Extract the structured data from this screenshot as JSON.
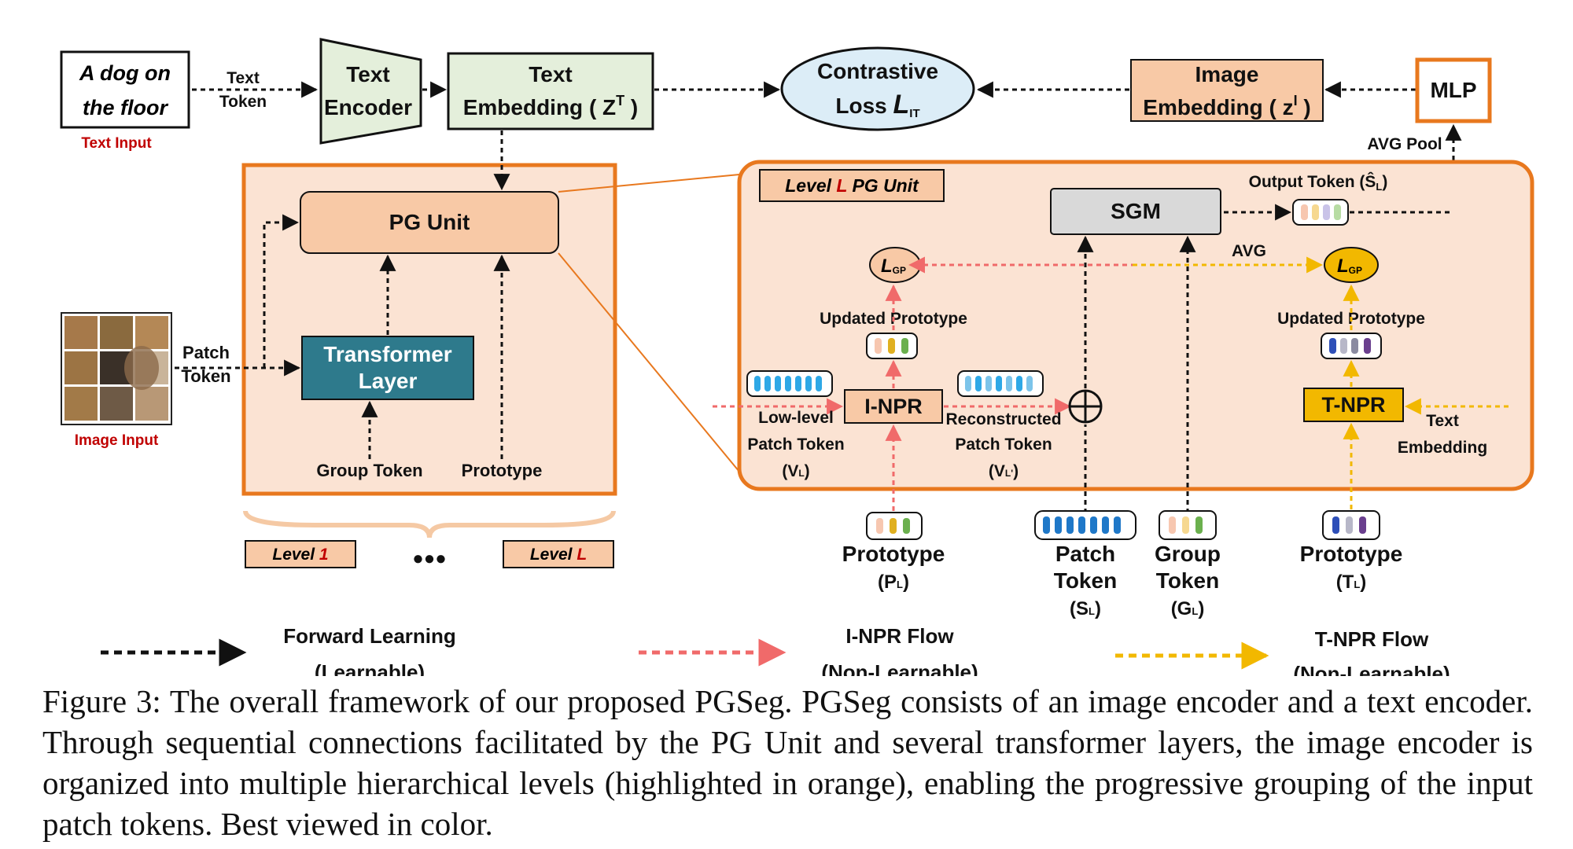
{
  "text_input": {
    "line1": "A dog on",
    "line2": "the floor",
    "caption": "Text Input"
  },
  "text_token": {
    "line1": "Text",
    "line2": "Token"
  },
  "text_encoder": {
    "line1": "Text",
    "line2": "Encoder"
  },
  "text_embedding": {
    "line1": "Text",
    "line2": "Embedding ( Z",
    "sup": "T",
    "close": " )"
  },
  "contrastive": {
    "line1": "Contrastive",
    "line2": "Loss ",
    "L": "L",
    "sub": "IT"
  },
  "image_embedding": {
    "line1": "Image",
    "line2": "Embedding ( z",
    "sup": "I",
    "close": " )"
  },
  "mlp": "MLP",
  "avg_pool": "AVG Pool",
  "pg_unit": "PG Unit",
  "transformer_layer": {
    "line1": "Transformer",
    "line2": "Layer"
  },
  "group_token": "Group Token",
  "prototype_label": "Prototype",
  "patch_token": {
    "line1": "Patch",
    "line2": "Token"
  },
  "image_input_caption": "Image Input",
  "levels": {
    "prefix": "Level ",
    "first": "1",
    "last": "L",
    "dots": "●●●"
  },
  "detail": {
    "title_prefix": "Level ",
    "title_L": "L",
    "title_suffix": " PG Unit",
    "sgm": "SGM",
    "output_token": "Output Token (Ŝ",
    "output_token_sub": "L",
    "output_token_close": ")",
    "avg": "AVG",
    "lgp": "L",
    "lgp_sub": "GP",
    "updated_prototype": "Updated Prototype",
    "inpr": "I-NPR",
    "tnpr": "T-NPR",
    "low_level": {
      "line1": "Low-level",
      "line2": "Patch Token",
      "line3": "(V",
      "sub": "L",
      "close": ")"
    },
    "reconstructed": {
      "line1": "Reconstructed",
      "line2": "Patch Token",
      "line3": "(V",
      "sub": "L",
      "prime": "'",
      "close": ")"
    },
    "text_embedding": {
      "line1": "Text",
      "line2": "Embedding"
    }
  },
  "bottom_tokens": {
    "prototype_p": {
      "line1": "Prototype",
      "line2": "(P",
      "sub": "L",
      "close": ")"
    },
    "patch_s": {
      "line1": "Patch",
      "line2": "Token",
      "line3": "(S",
      "sub": "L",
      "close": ")"
    },
    "group_g": {
      "line1": "Group",
      "line2": "Token",
      "line3": "(G",
      "sub": "L",
      "close": ")"
    },
    "prototype_t": {
      "line1": "Prototype",
      "line2": "(T",
      "sub": "L",
      "close": ")"
    }
  },
  "legend": {
    "forward": {
      "line1": "Forward Learning",
      "line2": "(Learnable)"
    },
    "inpr": {
      "line1": "I-NPR Flow",
      "line2": "(Non-Learnable)"
    },
    "tnpr": {
      "line1": "T-NPR Flow",
      "line2": "(Non-Learnable)"
    }
  },
  "colors": {
    "orange": "#e8781e",
    "peach_fill": "#fbe3d3",
    "box_fill": "#f8c9a6",
    "green_fill": "#e4efdb",
    "teal": "#2e7a8c",
    "ellipse_fill": "#dcedf7",
    "pink_flow": "#f06a6a",
    "yellow_flow": "#f2b800",
    "red_text": "#c00000"
  },
  "caption": "Figure 3: The overall framework of our proposed PGSeg. PGSeg consists of an image encoder and a text encoder. Through sequential connections facilitated by the PG Unit and several transformer layers, the image encoder is organized into multiple hierarchical levels (highlighted in orange), enabling the progressive grouping of the input patch tokens. Best viewed in color."
}
